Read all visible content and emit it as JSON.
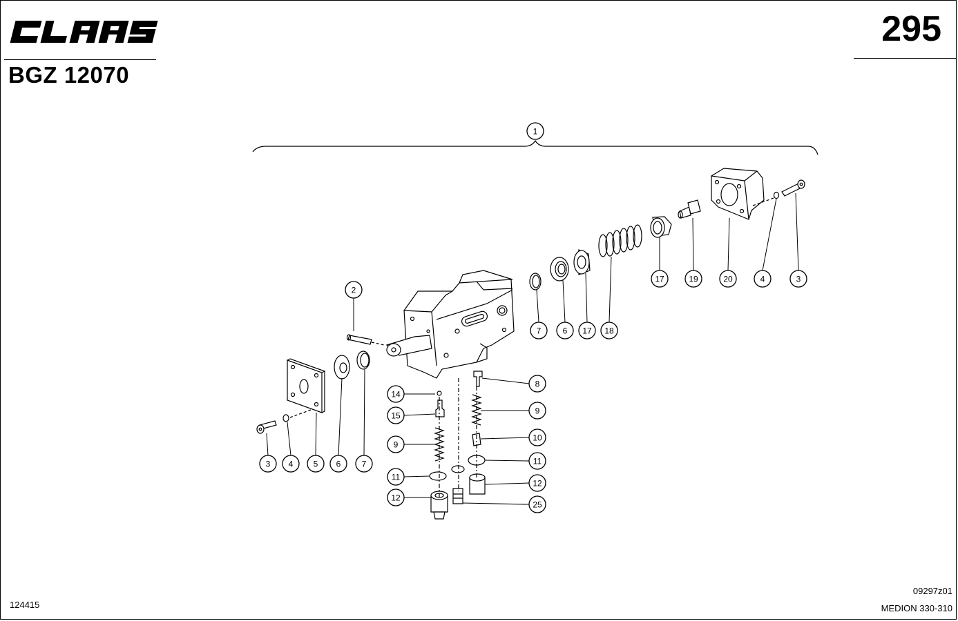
{
  "header": {
    "brand": "CLAAS",
    "doc_code": "BGZ 12070",
    "page_number": "295"
  },
  "footer": {
    "image_id": "124415",
    "drawing_number": "09297z01",
    "model_label": "MEDION 330-310"
  },
  "callouts": [
    {
      "id": "c1",
      "label": "1"
    },
    {
      "id": "c2",
      "label": "2"
    },
    {
      "id": "c3a",
      "label": "3"
    },
    {
      "id": "c4a",
      "label": "4"
    },
    {
      "id": "c5",
      "label": "5"
    },
    {
      "id": "c6a",
      "label": "6"
    },
    {
      "id": "c7a",
      "label": "7"
    },
    {
      "id": "c7b",
      "label": "7"
    },
    {
      "id": "c6b",
      "label": "6"
    },
    {
      "id": "c17a",
      "label": "17"
    },
    {
      "id": "c18",
      "label": "18"
    },
    {
      "id": "c17b",
      "label": "17"
    },
    {
      "id": "c19",
      "label": "19"
    },
    {
      "id": "c20",
      "label": "20"
    },
    {
      "id": "c4b",
      "label": "4"
    },
    {
      "id": "c3b",
      "label": "3"
    },
    {
      "id": "c14",
      "label": "14"
    },
    {
      "id": "c15",
      "label": "15"
    },
    {
      "id": "c9a",
      "label": "9"
    },
    {
      "id": "c11a",
      "label": "11"
    },
    {
      "id": "c12a",
      "label": "12"
    },
    {
      "id": "c8",
      "label": "8"
    },
    {
      "id": "c9b",
      "label": "9"
    },
    {
      "id": "c10",
      "label": "10"
    },
    {
      "id": "c11b",
      "label": "11"
    },
    {
      "id": "c12b",
      "label": "12"
    },
    {
      "id": "c25",
      "label": "25"
    }
  ]
}
